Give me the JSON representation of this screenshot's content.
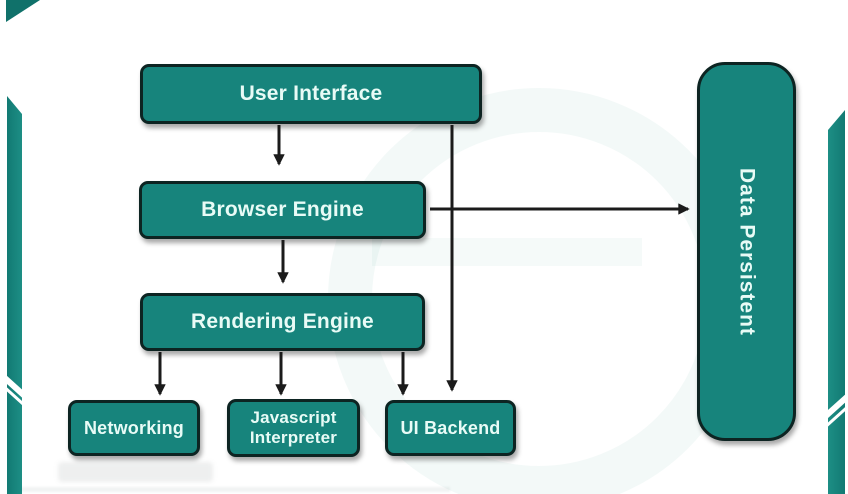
{
  "diagram": {
    "subject": "Browser architecture components",
    "nodes": {
      "user_interface": {
        "label": "User Interface"
      },
      "browser_engine": {
        "label": "Browser Engine"
      },
      "rendering_engine": {
        "label": "Rendering Engine"
      },
      "networking": {
        "label": "Networking"
      },
      "javascript_interpreter": {
        "label": "Javascript Interpreter"
      },
      "ui_backend": {
        "label": "UI Backend"
      },
      "data_persistent": {
        "label": "Data Persistent"
      }
    },
    "edges": [
      {
        "from": "User Interface",
        "to": "Browser Engine"
      },
      {
        "from": "Browser Engine",
        "to": "Rendering Engine"
      },
      {
        "from": "Rendering Engine",
        "to": "Networking"
      },
      {
        "from": "Rendering Engine",
        "to": "Javascript Interpreter"
      },
      {
        "from": "Rendering Engine",
        "to": "UI Backend"
      },
      {
        "from": "User Interface",
        "to": "UI Backend"
      },
      {
        "from": "Browser Engine",
        "to": "Data Persistent"
      }
    ],
    "colors": {
      "node_fill": "#17847c",
      "node_border": "#0d2422",
      "node_text": "#e8fbf6",
      "arrow": "#1b1b1b",
      "accent_bars": "#17847c",
      "background": "#ffffff"
    }
  }
}
